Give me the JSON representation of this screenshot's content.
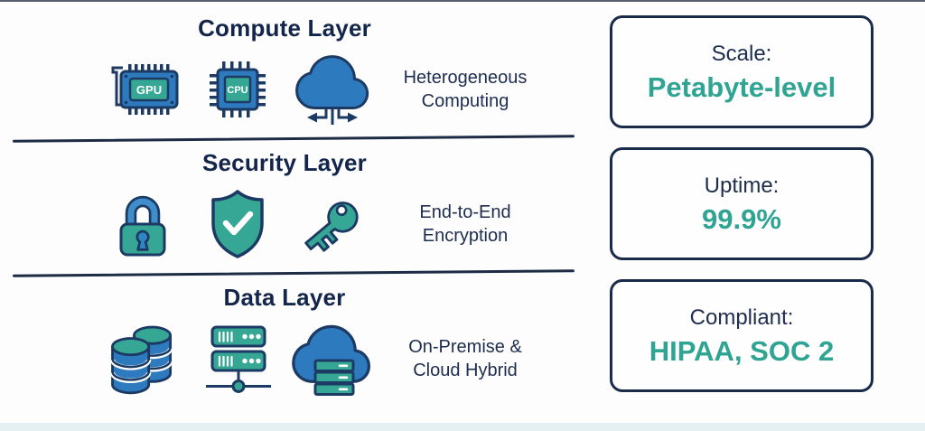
{
  "palette": {
    "navy": "#14254c",
    "icon_outline": "#1c3a63",
    "blue": "#2e7abf",
    "teal": "#35a794",
    "value_teal": "#2fa493",
    "box_border": "#1a2b4a",
    "footer_strip": "#e4f0f2"
  },
  "layers": [
    {
      "title": "Compute Layer",
      "caption": "Heterogeneous Computing",
      "icons": [
        {
          "name": "gpu-icon",
          "label": "GPU"
        },
        {
          "name": "cpu-icon",
          "label": "CPU"
        },
        {
          "name": "cloud-transfer-icon"
        }
      ]
    },
    {
      "title": "Security Layer",
      "caption": "End-to-End Encryption",
      "icons": [
        {
          "name": "lock-icon"
        },
        {
          "name": "shield-check-icon"
        },
        {
          "name": "key-icon"
        }
      ]
    },
    {
      "title": "Data Layer",
      "caption": "On-Premise & Cloud Hybrid",
      "icons": [
        {
          "name": "database-icon"
        },
        {
          "name": "server-rack-icon"
        },
        {
          "name": "cloud-storage-icon"
        }
      ]
    }
  ],
  "stats": [
    {
      "label": "Scale:",
      "value": "Petabyte-level"
    },
    {
      "label": "Uptime:",
      "value": "99.9%"
    },
    {
      "label": "Compliant:",
      "value": "HIPAA, SOC 2"
    }
  ]
}
